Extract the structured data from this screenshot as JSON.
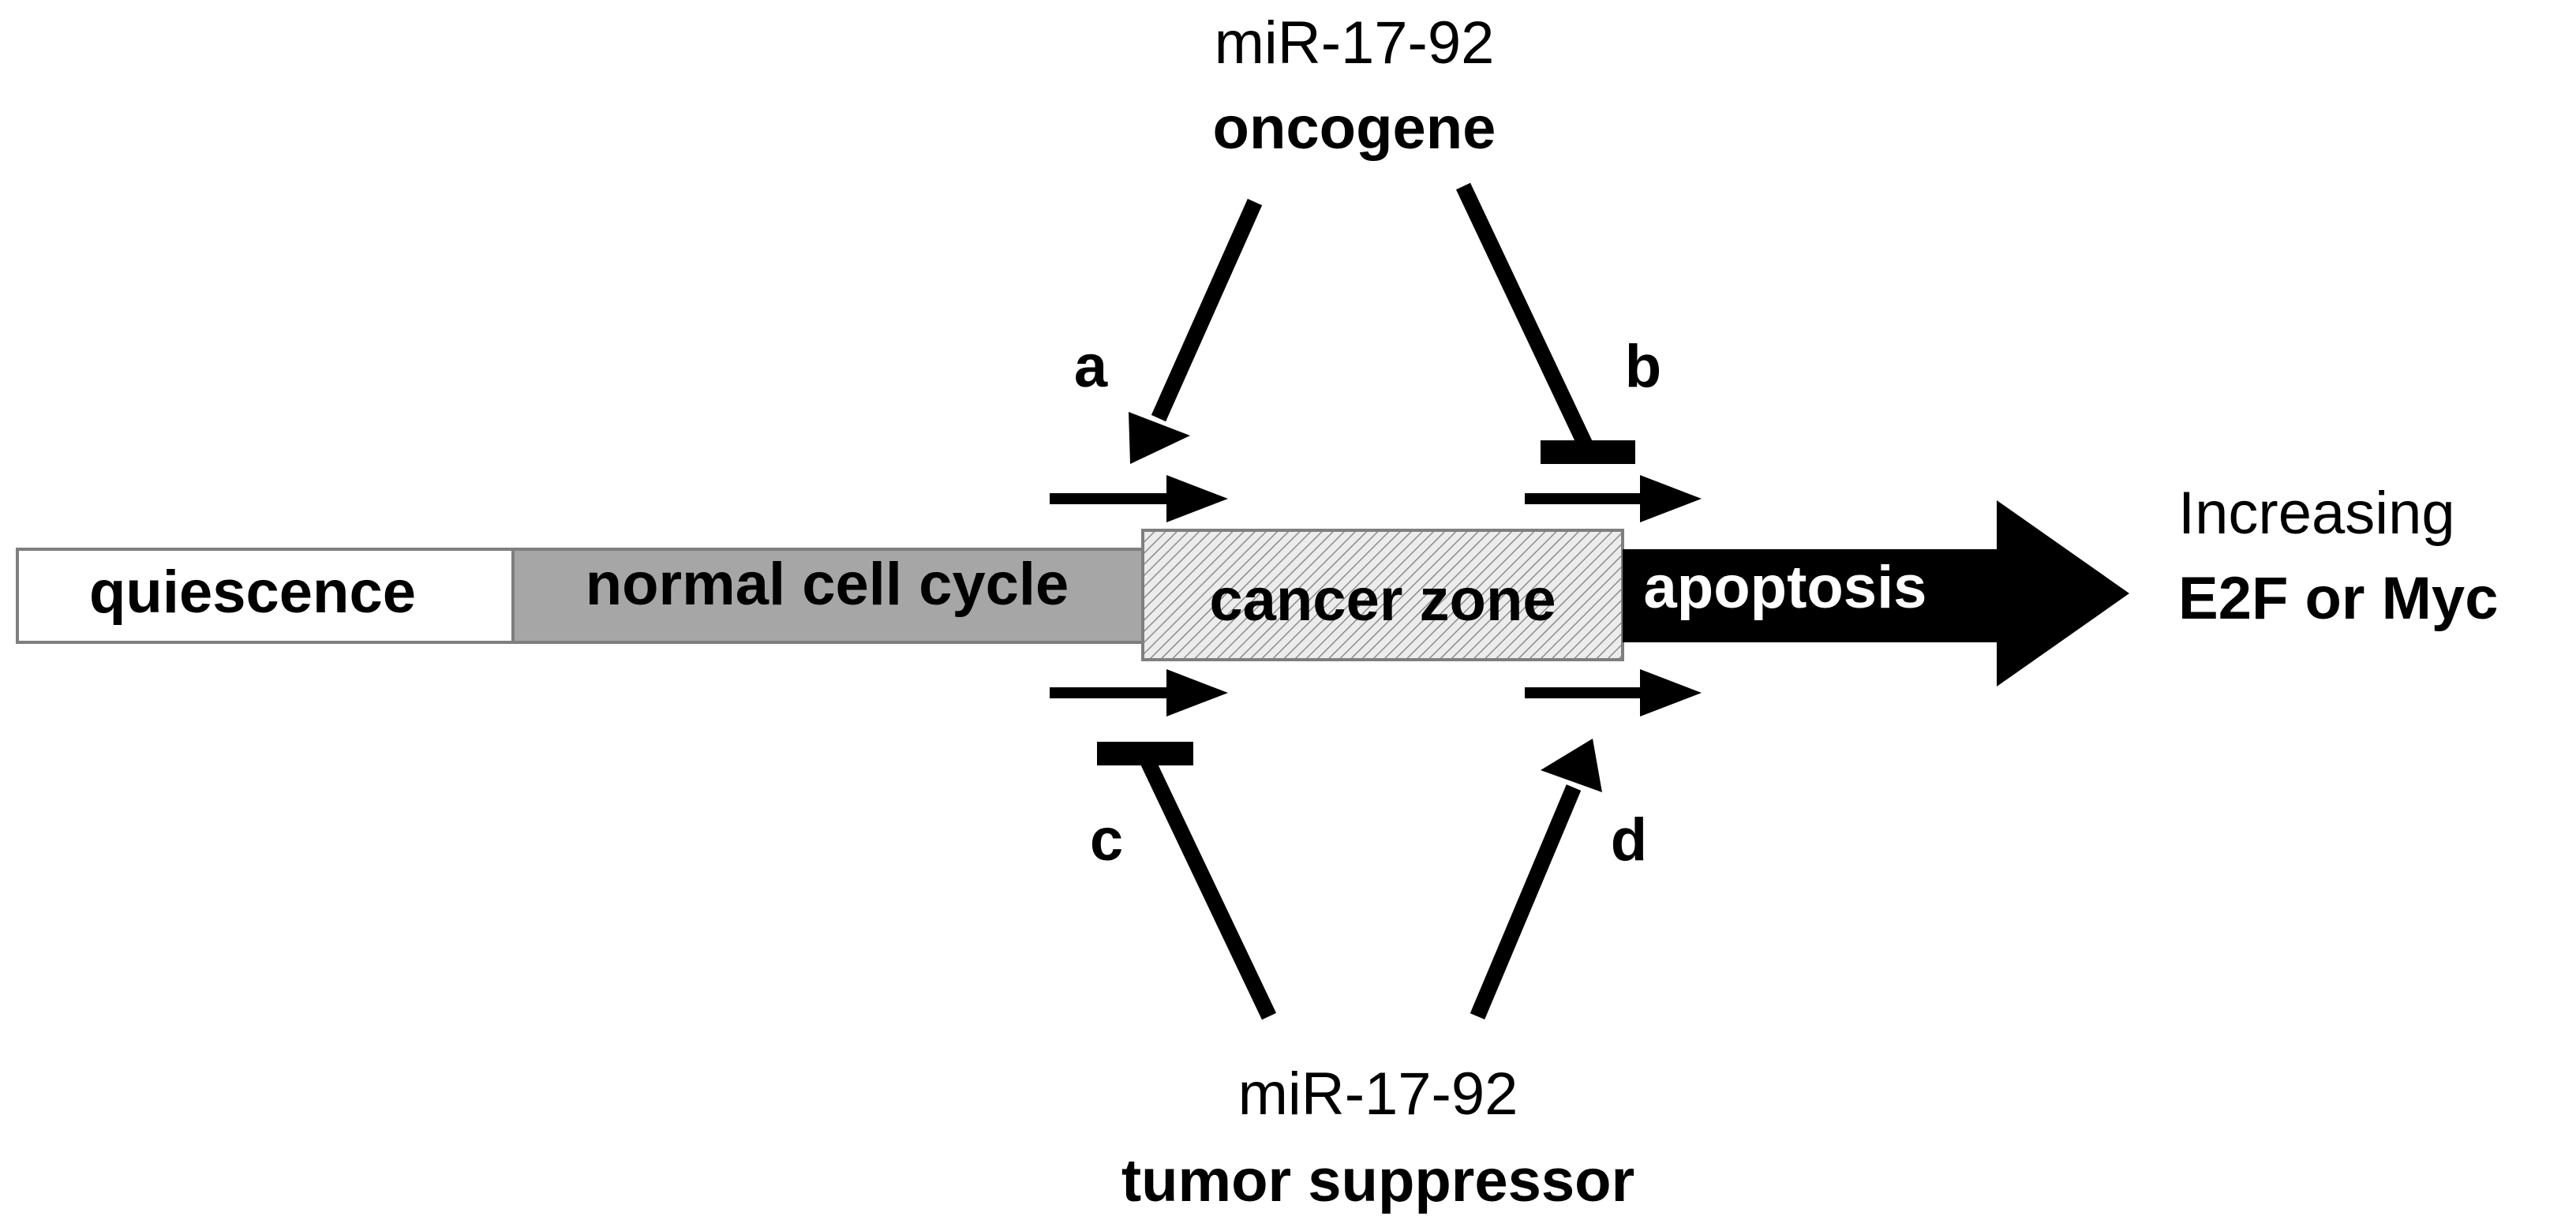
{
  "top_label": {
    "line1": "miR-17-92",
    "line2": "oncogene"
  },
  "bottom_label": {
    "line1": "miR-17-92",
    "line2": "tumor suppressor"
  },
  "bar_segments": [
    {
      "label": "quiescence",
      "fill": "#ffffff"
    },
    {
      "label": "normal cell cycle",
      "fill": "#a6a6a6"
    },
    {
      "label": "cancer zone",
      "fill": "hatched-light-gray"
    },
    {
      "label": "apoptosis",
      "fill": "#000000"
    }
  ],
  "right_label": {
    "line1": "Increasing",
    "line2": "E2F or Myc"
  },
  "arrow_letters": {
    "a": "a",
    "b": "b",
    "c": "c",
    "d": "d"
  },
  "connectors": {
    "a": "activation",
    "b": "inhibition",
    "c": "inhibition",
    "d": "activation"
  }
}
